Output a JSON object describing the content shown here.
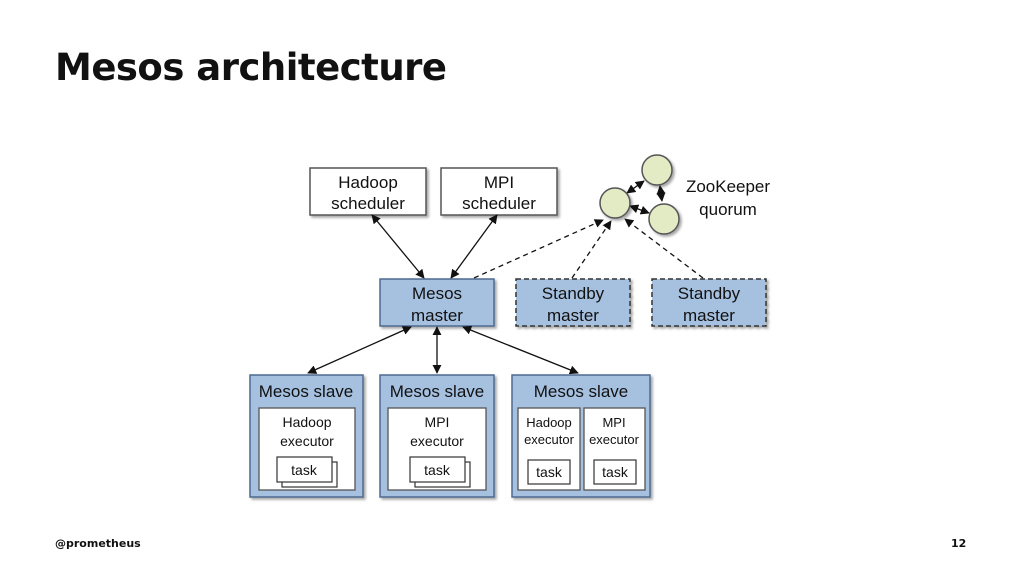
{
  "title": "Mesos architecture",
  "footer": {
    "handle": "@prometheus",
    "page_number": "12"
  },
  "colors": {
    "box_blue": "#a6c1e0",
    "box_border": "#4d6b8f",
    "node_fill": "#e2ebc4",
    "white": "#ffffff"
  },
  "diagram": {
    "hadoop_scheduler": [
      "Hadoop",
      "scheduler"
    ],
    "mpi_scheduler": [
      "MPI",
      "scheduler"
    ],
    "zookeeper": [
      "ZooKeeper",
      "quorum"
    ],
    "mesos_master": [
      "Mesos",
      "master"
    ],
    "standby_master_1": [
      "Standby",
      "master"
    ],
    "standby_master_2": [
      "Standby",
      "master"
    ],
    "slaves": [
      {
        "title": "Mesos slave",
        "executors": [
          {
            "label": [
              "Hadoop",
              "executor"
            ],
            "task": "task"
          }
        ]
      },
      {
        "title": "Mesos slave",
        "executors": [
          {
            "label": [
              "MPI",
              "executor"
            ],
            "task": "task"
          }
        ]
      },
      {
        "title": "Mesos slave",
        "executors": [
          {
            "label": [
              "Hadoop",
              "executor"
            ],
            "task": "task"
          },
          {
            "label": [
              "MPI",
              "executor"
            ],
            "task": "task"
          }
        ]
      }
    ]
  }
}
